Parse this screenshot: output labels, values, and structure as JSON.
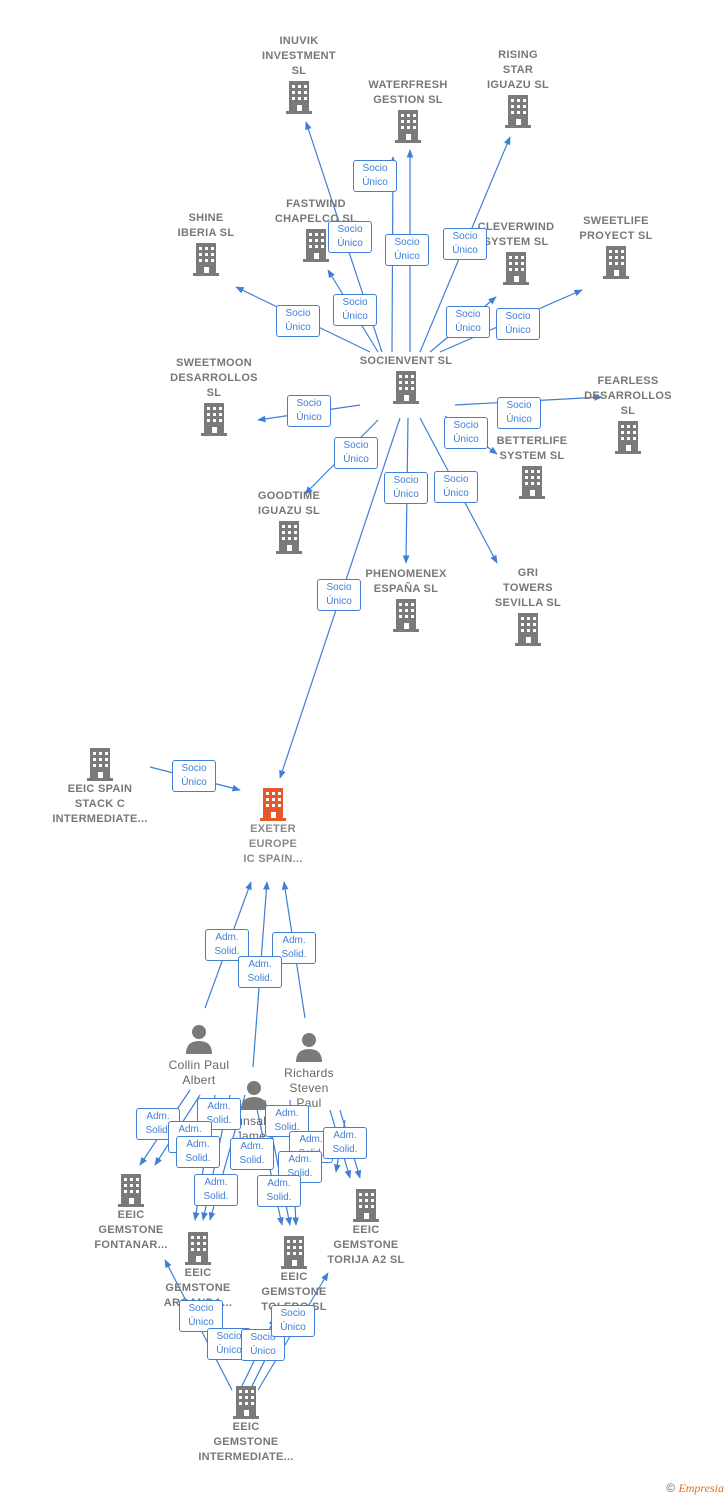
{
  "nodes": {
    "inuvik": "INUVIK\nINVESTMENT\nSL",
    "waterfresh": "WATERFRESH\nGESTION  SL",
    "rising": "RISING\nSTAR\nIGUAZU SL",
    "fastwind": "FASTWIND\nCHAPELCO  SL",
    "shine": "SHINE\nIBERIA  SL",
    "cleverwind": "CLEVERWIND\nSYSTEM  SL",
    "sweetlife": "SWEETLIFE\nPROYECT  SL",
    "socienvent": "SOCIENVENT SL",
    "sweetmoon": "SWEETMOON\nDESARROLLOS\nSL",
    "fearless": "FEARLESS\nDESARROLLOS\nSL",
    "betterlife": "BETTERLIFE\nSYSTEM  SL",
    "goodtime": "GOODTIME\nIGUAZU  SL",
    "phenomenex": "PHENOMENEX\nESPAÑA  SL",
    "gri": "GRI\nTOWERS\nSEVILLA  SL",
    "eeic_stack": "EEIC SPAIN\nSTACK C\nINTERMEDIATE...",
    "exeter": "EXETER\nEUROPE\nIC SPAIN...",
    "collin": "Collin Paul\nAlbert",
    "richards": "Richards\nSteven\nPaul",
    "hunsaker": "Hunsaker\nJames",
    "fontanar": "EEIC\nGEMSTONE\nFONTANAR...",
    "arganda": "EEIC\nGEMSTONE\nARGANDA...",
    "toledo": "EEIC\nGEMSTONE\nTOLEDO SL",
    "torija": "EEIC\nGEMSTONE\nTORIJA A2  SL",
    "intermediate": "EEIC\nGEMSTONE\nINTERMEDIATE..."
  },
  "tags": {
    "socio": "Socio\nÚnico",
    "adm": "Adm.\nSolid."
  },
  "colors": {
    "edge": "#3f7fd6",
    "building": "#7a7a7a",
    "focus": "#e8562a"
  },
  "footer": {
    "copyright": "©",
    "brand": "Empresia"
  }
}
